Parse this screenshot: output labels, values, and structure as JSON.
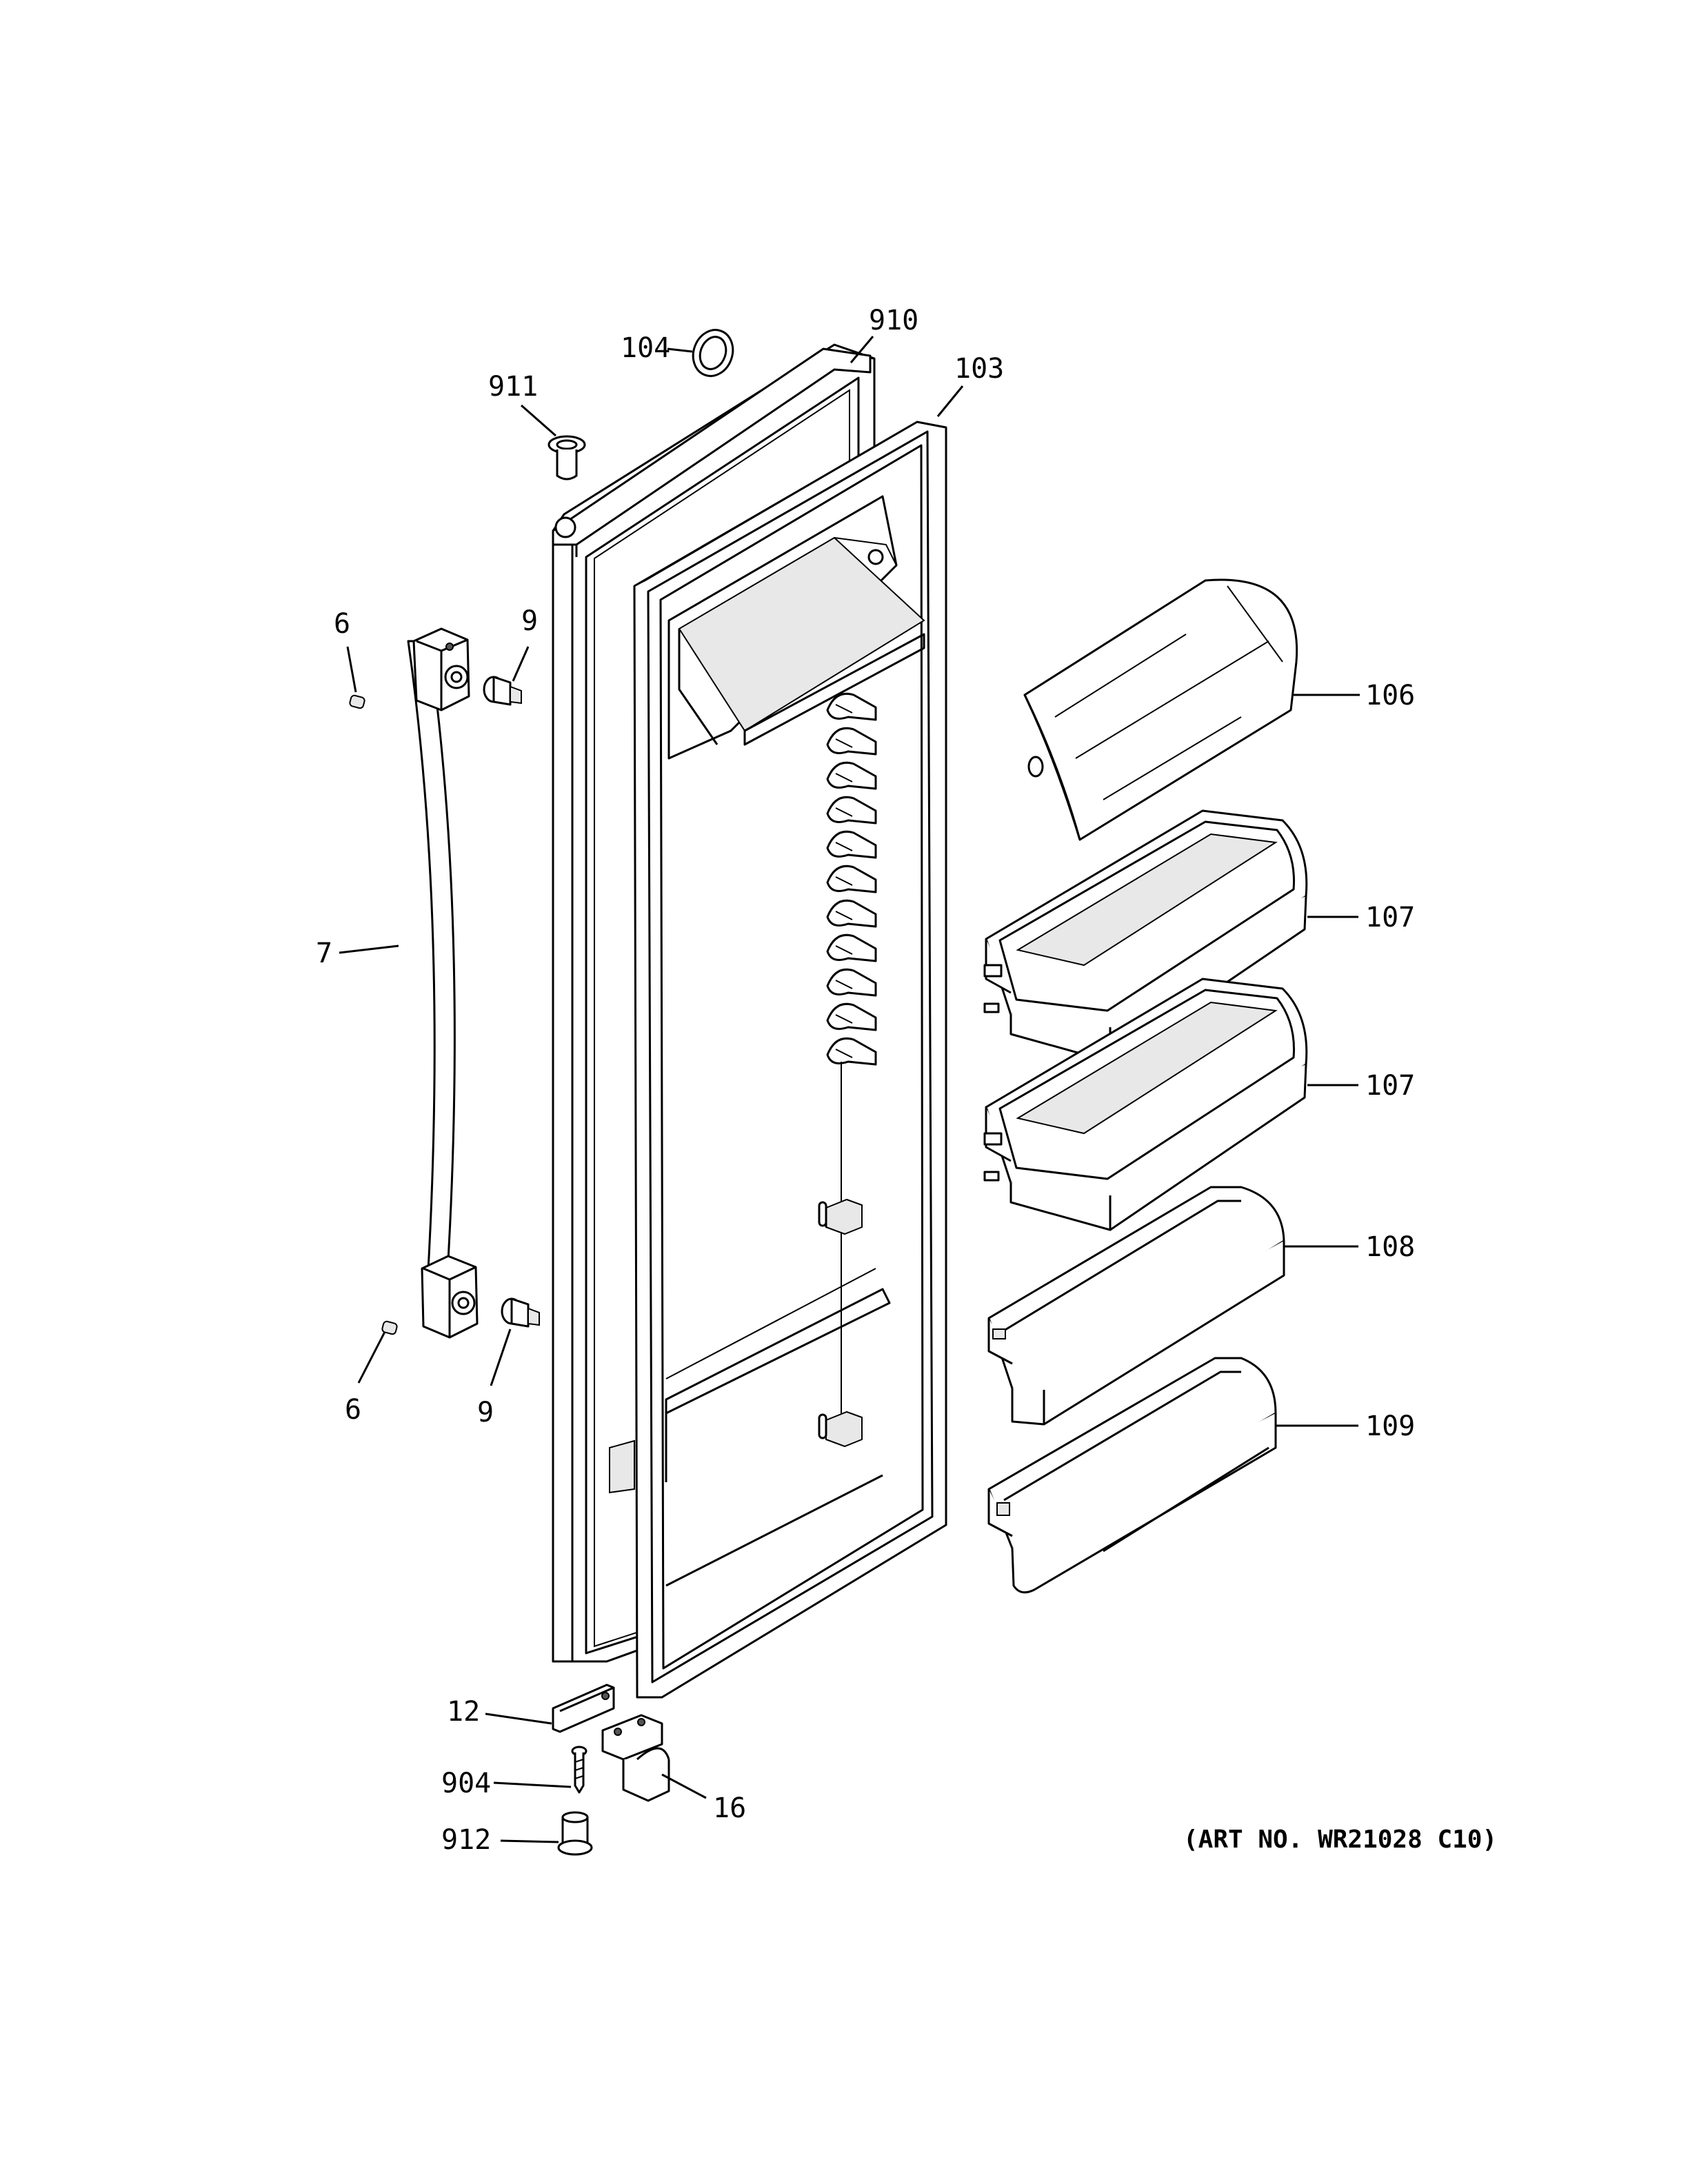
{
  "art_number": "(ART NO. WR21028 C10)",
  "callouts": [
    {
      "id": "callout-104",
      "label": "104"
    },
    {
      "id": "callout-910",
      "label": "910"
    },
    {
      "id": "callout-103",
      "label": "103"
    },
    {
      "id": "callout-911",
      "label": "911"
    },
    {
      "id": "callout-6-top",
      "label": "6"
    },
    {
      "id": "callout-9-top",
      "label": "9"
    },
    {
      "id": "callout-7",
      "label": "7"
    },
    {
      "id": "callout-6-bottom",
      "label": "6"
    },
    {
      "id": "callout-9-bottom",
      "label": "9"
    },
    {
      "id": "callout-106",
      "label": "106"
    },
    {
      "id": "callout-107-upper",
      "label": "107"
    },
    {
      "id": "callout-107-lower",
      "label": "107"
    },
    {
      "id": "callout-108",
      "label": "108"
    },
    {
      "id": "callout-109",
      "label": "109"
    },
    {
      "id": "callout-12",
      "label": "12"
    },
    {
      "id": "callout-904",
      "label": "904"
    },
    {
      "id": "callout-16",
      "label": "16"
    },
    {
      "id": "callout-912",
      "label": "912"
    }
  ]
}
